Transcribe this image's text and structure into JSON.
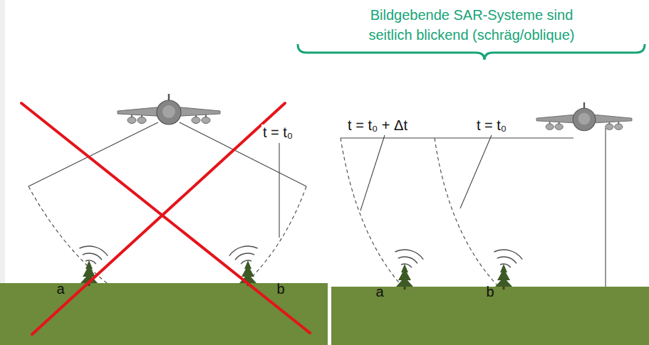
{
  "diagram": {
    "labels": [
      "Bildgebende SAR-Systeme sind seitlich blickend (schräg/oblique)",
      "t = t₀",
      "a",
      "b",
      "t = t₀ + Δt",
      "t = t₀",
      "a",
      "b"
    ]
  }
}
